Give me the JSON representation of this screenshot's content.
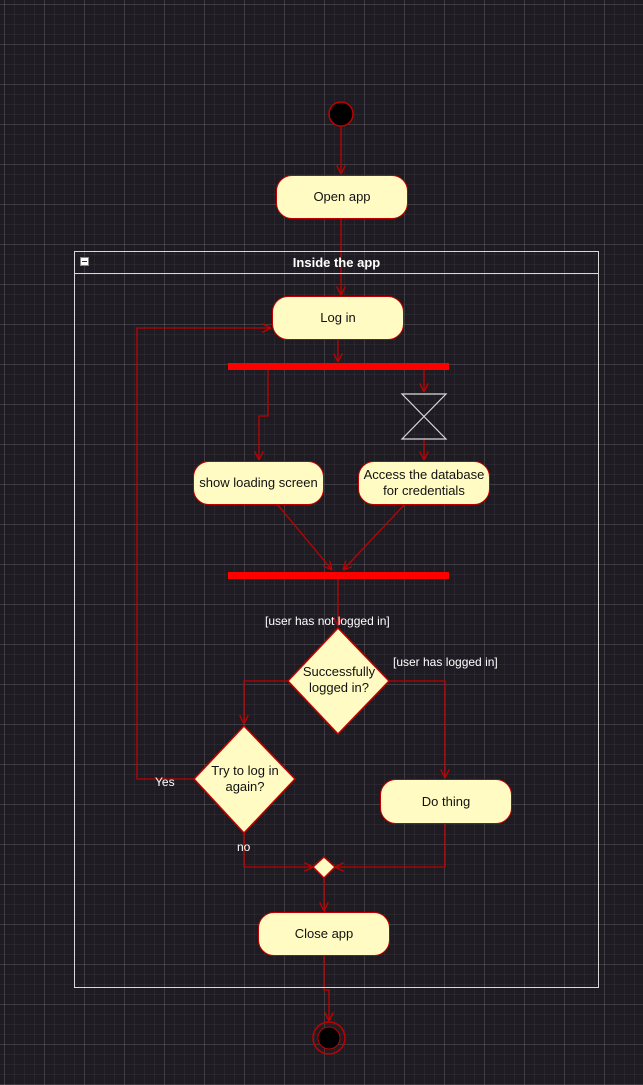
{
  "frame": {
    "title": "Inside the app"
  },
  "nodes": {
    "open_app": "Open app",
    "log_in": "Log in",
    "show_loading": "show loading screen",
    "access_db": "Access the database for credentials",
    "successfully_logged_in": "Successfully logged in?",
    "try_again": "Try to log in again?",
    "do_thing": "Do thing",
    "close_app": "Close app"
  },
  "guards": {
    "not_logged_in": "[user has not logged in]",
    "logged_in": "[user has logged in]",
    "yes": "Yes",
    "no": "no"
  },
  "colors": {
    "edge": "#c00000",
    "bar": "#ff0000",
    "node_fill": "#fffbc3",
    "frame": "#d9d9d9",
    "background": "#1e1c22"
  }
}
